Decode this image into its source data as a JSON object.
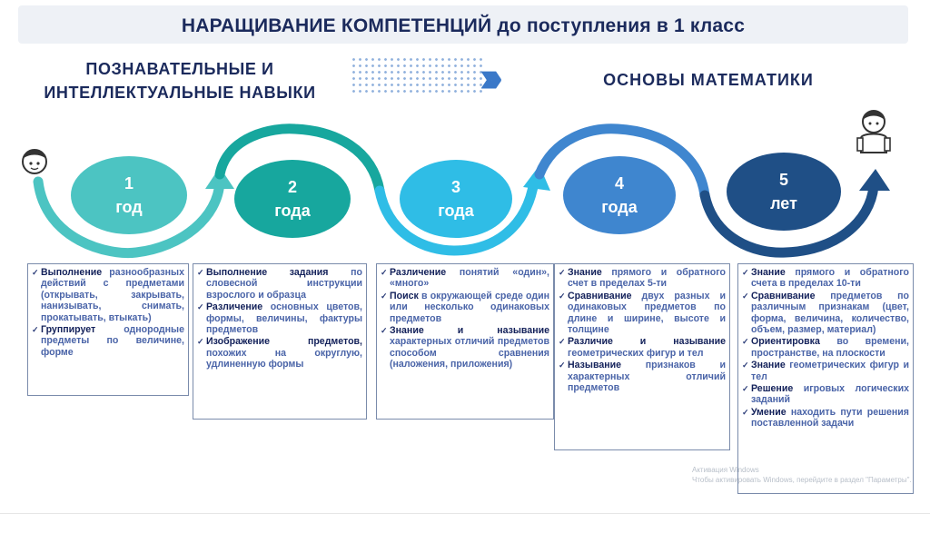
{
  "title": "НАРАЩИВАНИЕ КОМПЕТЕНЦИЙ до поступления в 1 класс",
  "left_heading": [
    "ПОЗНАВАТЕЛЬНЫЕ И",
    "ИНТЕЛЛЕКТУАЛЬНЫЕ НАВЫКИ"
  ],
  "right_heading": "ОСНОВЫ  МАТЕМАТИКИ",
  "colors": {
    "age1": "#4cc4c2",
    "age2": "#17a79e",
    "age3": "#2fbde6",
    "age4": "#3f86cf",
    "age5": "#1f4f86"
  },
  "ages": [
    {
      "num": "1",
      "unit": "год"
    },
    {
      "num": "2",
      "unit": "года"
    },
    {
      "num": "3",
      "unit": "года"
    },
    {
      "num": "4",
      "unit": "года"
    },
    {
      "num": "5",
      "unit": "лет"
    }
  ],
  "boxes": [
    {
      "items": [
        {
          "bold": "Выполнение",
          "rest": " разнообразных действий с предметами (открывать, закрывать, нанизывать, снимать, прокатывать, втыкать)"
        },
        {
          "bold": "Группирует",
          "rest": " однородные предметы по величине, форме"
        }
      ]
    },
    {
      "items": [
        {
          "bold": "Выполнение задания",
          "rest": " по словесной инструкции взрослого и образца"
        },
        {
          "bold": "Различение",
          "rest": " основных цветов, формы, величины, фактуры предметов"
        },
        {
          "bold": "Изображение предметов,",
          "rest": " похожих на округлую, удлиненную формы"
        }
      ]
    },
    {
      "items": [
        {
          "bold": "Различение",
          "rest": " понятий «один», «много»"
        },
        {
          "bold": "Поиск",
          "rest": " в окружающей среде один или несколько одинаковых предметов"
        },
        {
          "bold": "Знание и называние",
          "rest": " характерных отличий предметов способом сравнения (наложения, приложения)"
        }
      ]
    },
    {
      "items": [
        {
          "bold": "Знание",
          "rest": " прямого и обратного счет в пределах 5-ти"
        },
        {
          "bold": "Сравнивание",
          "rest": " двух разных и одинаковых предметов по длине и ширине, высоте и толщине"
        },
        {
          "bold": "Различие и называние",
          "rest": " геометрических фигур и тел"
        },
        {
          "bold": "Называние",
          "rest": " признаков и характерных отличий предметов"
        }
      ]
    },
    {
      "items": [
        {
          "bold": "Знание",
          "rest": " прямого и обратного счета в пределах 10-ти"
        },
        {
          "bold": "Сравнивание",
          "rest": " предметов по различным признакам (цвет, форма, величина, количество, объем, размер, материал)"
        },
        {
          "bold": "Ориентировка",
          "rest": " во времени, пространстве, на плоскости"
        },
        {
          "bold": "Знание",
          "rest": " геометрических фигур и тел"
        },
        {
          "bold": "Решение",
          "rest": " игровых логических заданий"
        },
        {
          "bold": "Умение",
          "rest": " находить пути решения поставленной задачи"
        }
      ]
    }
  ],
  "watermark": [
    "Активация Windows",
    "Чтобы активировать Windows, перейдите в раздел \"Параметры\"."
  ]
}
